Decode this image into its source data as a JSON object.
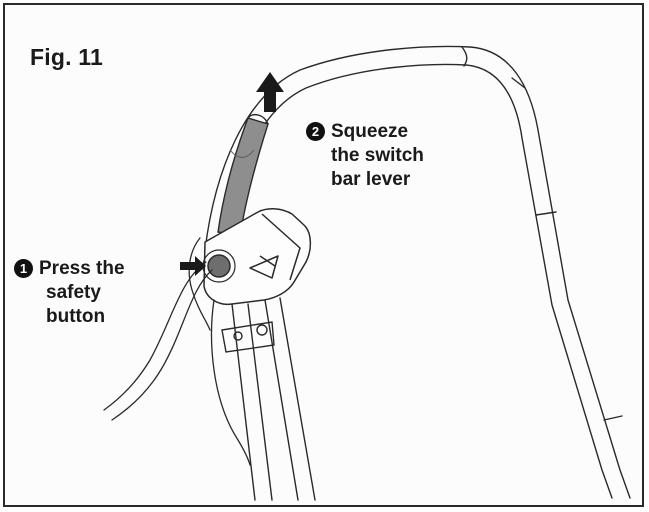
{
  "figure": {
    "title": "Fig. 11"
  },
  "steps": [
    {
      "number": "1",
      "lines": [
        "Press the",
        "safety",
        "button"
      ]
    },
    {
      "number": "2",
      "lines": [
        "Squeeze",
        "the switch",
        "bar lever"
      ]
    }
  ],
  "colors": {
    "lever_fill": "#8e8e8e",
    "outline": "#2a2a2a",
    "arrow": "#1a1a1a"
  },
  "icons": [
    "up-arrow-icon",
    "right-arrow-icon",
    "step-number-badge"
  ]
}
